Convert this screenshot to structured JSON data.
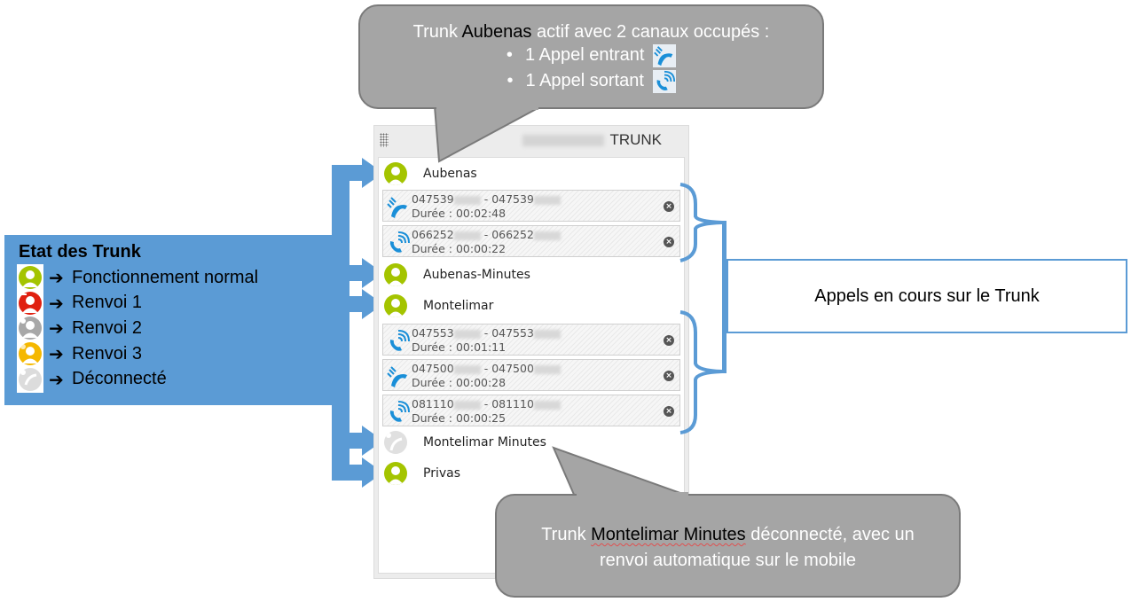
{
  "colors": {
    "accent_blue": "#5b9bd5",
    "callout_gray": "#a5a5a5",
    "status_normal": "#a4c400",
    "status_renvoi1": "#e02010",
    "status_renvoi2": "#a8a8a8",
    "status_renvoi3": "#f5b800",
    "status_disconnected": "#dcdcdc",
    "call_icon": "#1a8fd8"
  },
  "legend": {
    "title": "Etat des Trunk",
    "items": [
      {
        "icon": "avatar-normal-icon",
        "arrow": "➔",
        "label": "Fonctionnement normal"
      },
      {
        "icon": "avatar-renvoi1-icon",
        "arrow": "➔",
        "label": "Renvoi 1"
      },
      {
        "icon": "avatar-renvoi2-icon",
        "arrow": "➔",
        "label": "Renvoi 2"
      },
      {
        "icon": "avatar-renvoi3-icon",
        "arrow": "➔",
        "label": "Renvoi 3"
      },
      {
        "icon": "disconnected-phone-icon",
        "arrow": "➔",
        "label": "Déconnecté"
      }
    ]
  },
  "panel": {
    "title": "TRUNK",
    "trunks": [
      {
        "name": "Aubenas",
        "status": "normal",
        "calls": [
          {
            "direction": "incoming",
            "icon": "incoming-call-icon",
            "from": "047539",
            "to": "047539",
            "duration": "Durée : 00:02:48"
          },
          {
            "direction": "outgoing",
            "icon": "outgoing-call-icon",
            "from": "066252",
            "to": "066252",
            "duration": "Durée : 00:00:22"
          }
        ]
      },
      {
        "name": "Aubenas-Minutes",
        "status": "normal",
        "calls": []
      },
      {
        "name": "Montelimar",
        "status": "normal",
        "calls": [
          {
            "direction": "outgoing",
            "icon": "outgoing-call-icon",
            "from": "047553",
            "to": "047553",
            "duration": "Durée : 00:01:11"
          },
          {
            "direction": "incoming",
            "icon": "incoming-call-icon",
            "from": "047500",
            "to": "047500",
            "duration": "Durée : 00:00:28"
          },
          {
            "direction": "outgoing",
            "icon": "outgoing-call-icon",
            "from": "081110",
            "to": "081110",
            "duration": "Durée : 00:00:25"
          }
        ]
      },
      {
        "name": "Montelimar Minutes",
        "status": "disconnected",
        "calls": []
      },
      {
        "name": "Privas",
        "status": "normal",
        "calls": []
      }
    ],
    "separator": " - "
  },
  "callout_top": {
    "prefix": "Trunk ",
    "highlight": "Aubenas",
    "suffix": " actif avec 2 canaux occupés :",
    "bullet": "•",
    "bullets": [
      "1 Appel entrant",
      "1 Appel sortant"
    ]
  },
  "callout_bottom": {
    "prefix": "Trunk ",
    "highlight": "Montelimar Minutes",
    "suffix": " déconnecté, avec un",
    "line2": "renvoi automatique sur le mobile"
  },
  "calls_label": "Appels en cours sur le Trunk"
}
